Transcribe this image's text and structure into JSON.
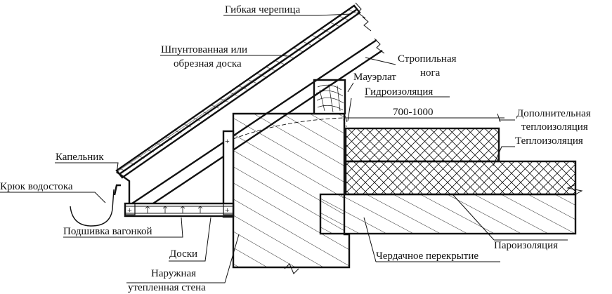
{
  "labels": {
    "shingles": "Гибкая черепица",
    "boards_1": "Шпунтованная или",
    "boards_2": "обрезная доска",
    "rafter_1": "Стропильная",
    "rafter_2": "нога",
    "mauerlat": "Мауэрлат",
    "waterproofing": "Гидроизоляция",
    "dimension": "700-1000",
    "extra_insulation_1": "Дополнительная",
    "extra_insulation_2": "теплоизоляция",
    "insulation": "Теплоизоляция",
    "drip_edge": "Капельник",
    "gutter_hook": "Крюк водостока",
    "soffit": "Подшивка вагонкой",
    "planks": "Доски",
    "wall_1": "Наружная",
    "wall_2": "утепленная стена",
    "vapor_barrier": "Пароизоляция",
    "attic_floor": "Чердачное перекрытие"
  },
  "marks": {
    "plus": "+"
  },
  "colors": {
    "line": "#111111",
    "background": "#ffffff"
  }
}
